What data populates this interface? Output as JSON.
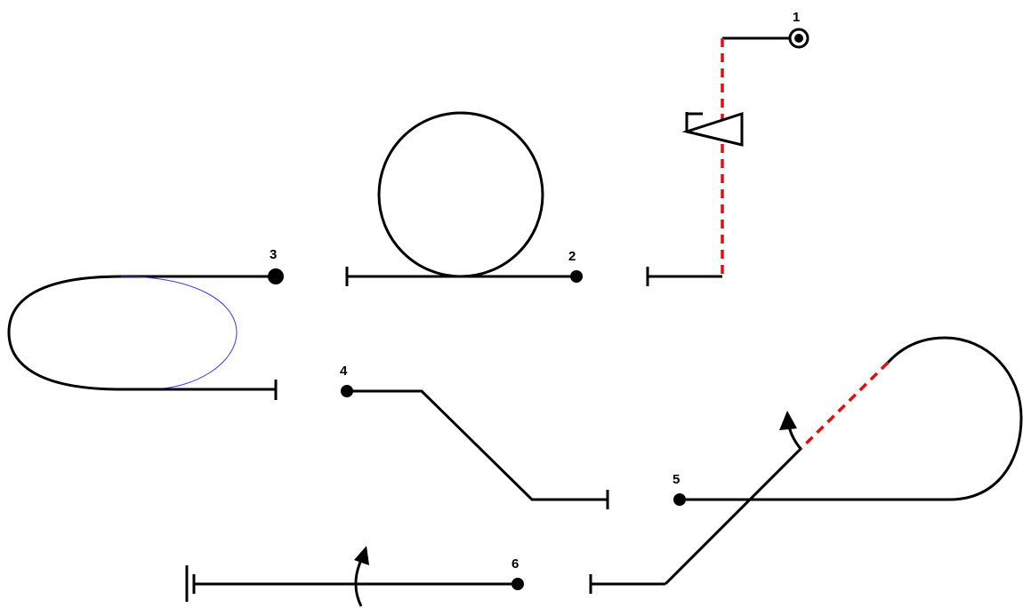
{
  "diagram": {
    "colors": {
      "line": "#000000",
      "dashed_connector": "#e01010",
      "hidden_segment": "#3a3af0",
      "background": "#ffffff"
    },
    "paths": [
      {
        "id": "1",
        "label": "1"
      },
      {
        "id": "2",
        "label": "2"
      },
      {
        "id": "3",
        "label": "3"
      },
      {
        "id": "4",
        "label": "4"
      },
      {
        "id": "5",
        "label": "5"
      },
      {
        "id": "6",
        "label": "6"
      }
    ]
  }
}
